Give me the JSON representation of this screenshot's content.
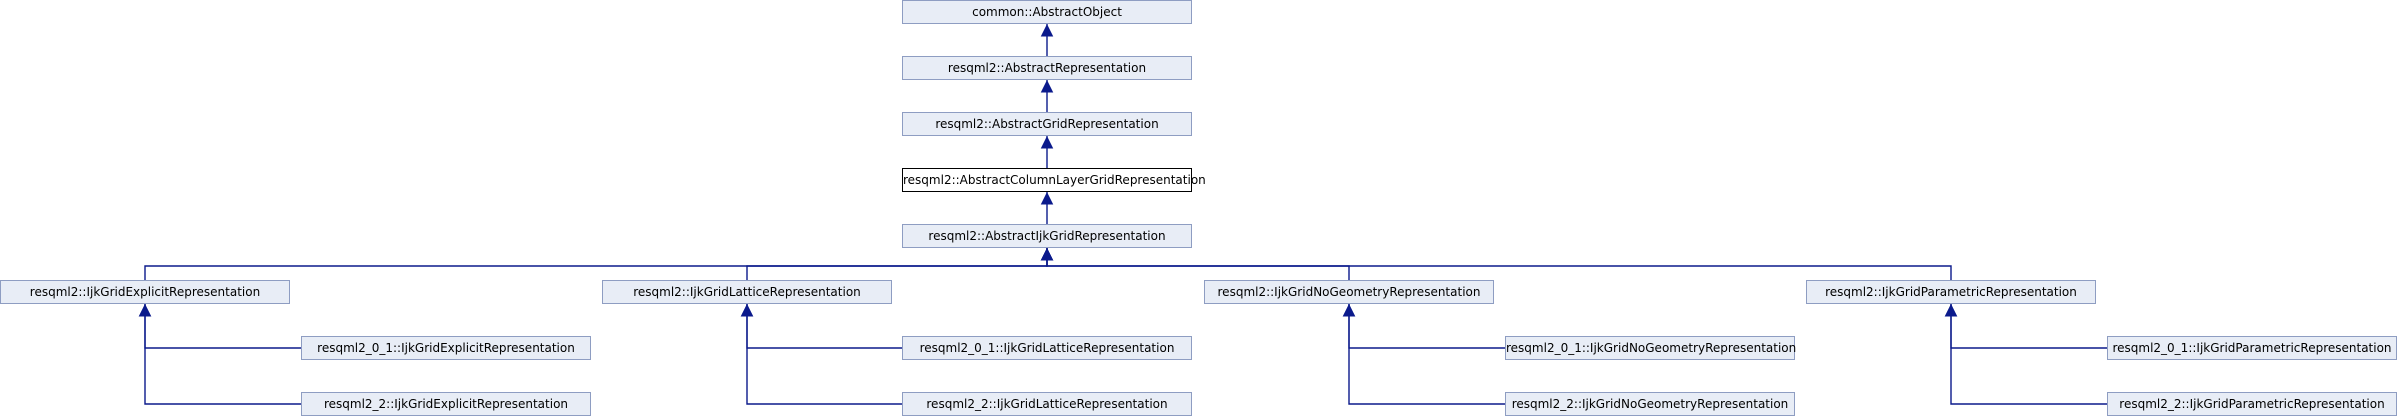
{
  "diagram": {
    "type": "class-inheritance",
    "colors": {
      "node_fill": "#e8edf6",
      "node_border": "#8e9dc2",
      "current_fill": "#ffffff",
      "current_border": "#000000",
      "edge": "#0b1a8c"
    },
    "nodes": {
      "abstract_object": "common::AbstractObject",
      "abstract_representation": "resqml2::AbstractRepresentation",
      "abstract_grid_representation": "resqml2::AbstractGridRepresentation",
      "abstract_column_layer_grid_representation": "resqml2::AbstractColumnLayerGridRepresentation",
      "abstract_ijk_grid_representation": "resqml2::AbstractIjkGridRepresentation",
      "ijk_grid_explicit_representation": "resqml2::IjkGridExplicitRepresentation",
      "ijk_grid_lattice_representation": "resqml2::IjkGridLatticeRepresentation",
      "ijk_grid_no_geometry_representation": "resqml2::IjkGridNoGeometryRepresentation",
      "ijk_grid_parametric_representation": "resqml2::IjkGridParametricRepresentation",
      "v201_ijk_grid_explicit_representation": "resqml2_0_1::IjkGridExplicitRepresentation",
      "v22_ijk_grid_explicit_representation": "resqml2_2::IjkGridExplicitRepresentation",
      "v201_ijk_grid_lattice_representation": "resqml2_0_1::IjkGridLatticeRepresentation",
      "v22_ijk_grid_lattice_representation": "resqml2_2::IjkGridLatticeRepresentation",
      "v201_ijk_grid_no_geometry_representation": "resqml2_0_1::IjkGridNoGeometryRepresentation",
      "v22_ijk_grid_no_geometry_representation": "resqml2_2::IjkGridNoGeometryRepresentation",
      "v201_ijk_grid_parametric_representation": "resqml2_0_1::IjkGridParametricRepresentation",
      "v22_ijk_grid_parametric_representation": "resqml2_2::IjkGridParametricRepresentation"
    },
    "current_node": "abstract_column_layer_grid_representation"
  }
}
